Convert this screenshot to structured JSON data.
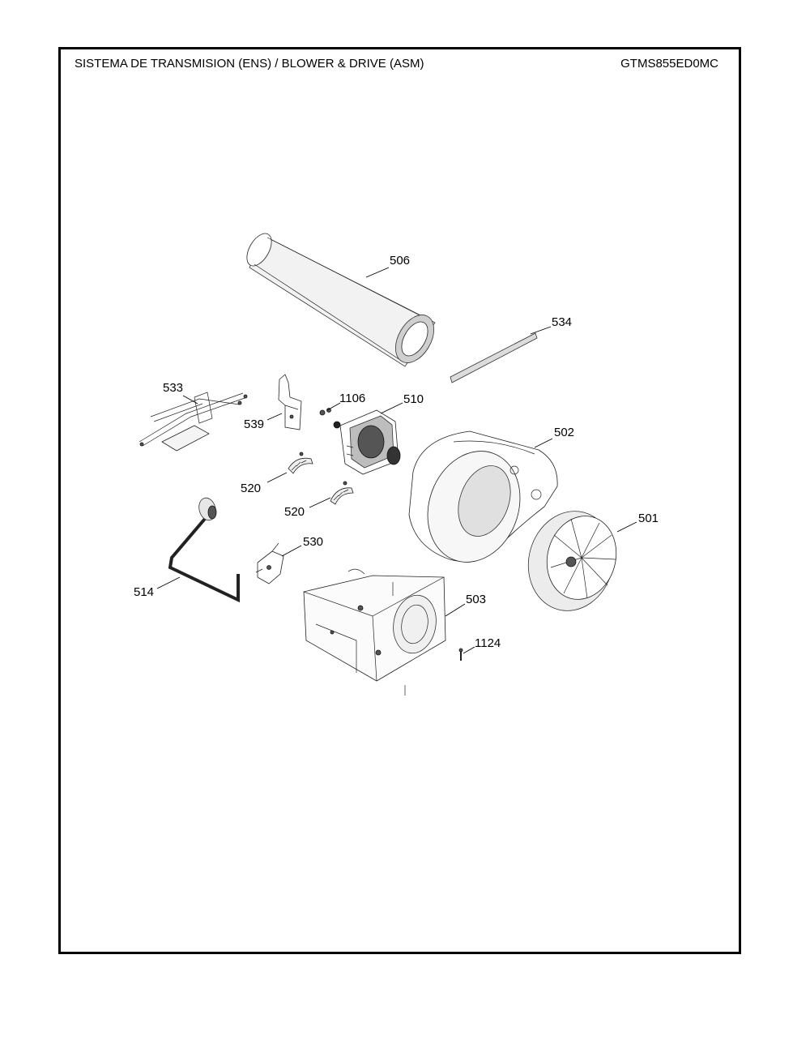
{
  "header": {
    "title": "SISTEMA DE TRANSMISION (ENS) / BLOWER & DRIVE (ASM)",
    "model": "GTMS855ED0MC"
  },
  "callouts": {
    "c506": "506",
    "c534": "534",
    "c533": "533",
    "c1106": "1106",
    "c510": "510",
    "c539": "539",
    "c502": "502",
    "c520a": "520",
    "c520b": "520",
    "c501": "501",
    "c530": "530",
    "c514": "514",
    "c503": "503",
    "c1124": "1124"
  }
}
